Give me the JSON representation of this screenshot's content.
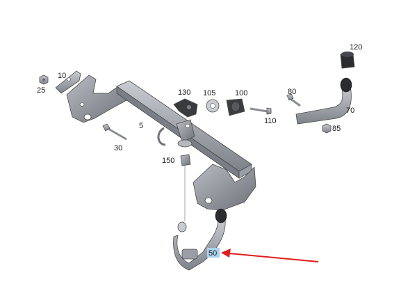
{
  "diagram": {
    "labels": {
      "p5": "5",
      "p10": "10",
      "p25": "25",
      "p30": "30",
      "p50": "50",
      "p70": "70",
      "p80": "80",
      "p85": "85",
      "p100": "100",
      "p105": "105",
      "p110": "110",
      "p120": "120",
      "p130": "130",
      "p150": "150"
    },
    "highlight_part": "50",
    "colors": {
      "part_fill": "#9a9ea6",
      "part_fill_light": "#c4c7cc",
      "part_fill_dark": "#5e6168",
      "rubber": "#2b2c2f",
      "highlight_box": "#a9d3f0",
      "arrow": "#e21b1b"
    }
  }
}
